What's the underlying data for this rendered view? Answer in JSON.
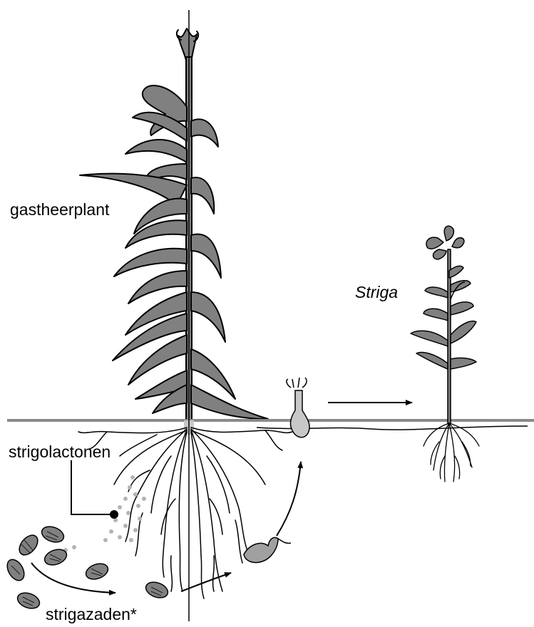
{
  "labels": {
    "host_plant": "gastheerplant",
    "parasite": "Striga",
    "strigolactones": "strigolactonen",
    "seeds": "strigazaden*"
  },
  "colors": {
    "plant_fill": "#808080",
    "light_fill": "#c8c8c8",
    "outline": "#000000",
    "soil_line": "#8a8a8a",
    "dots": "#b4b4b4"
  }
}
